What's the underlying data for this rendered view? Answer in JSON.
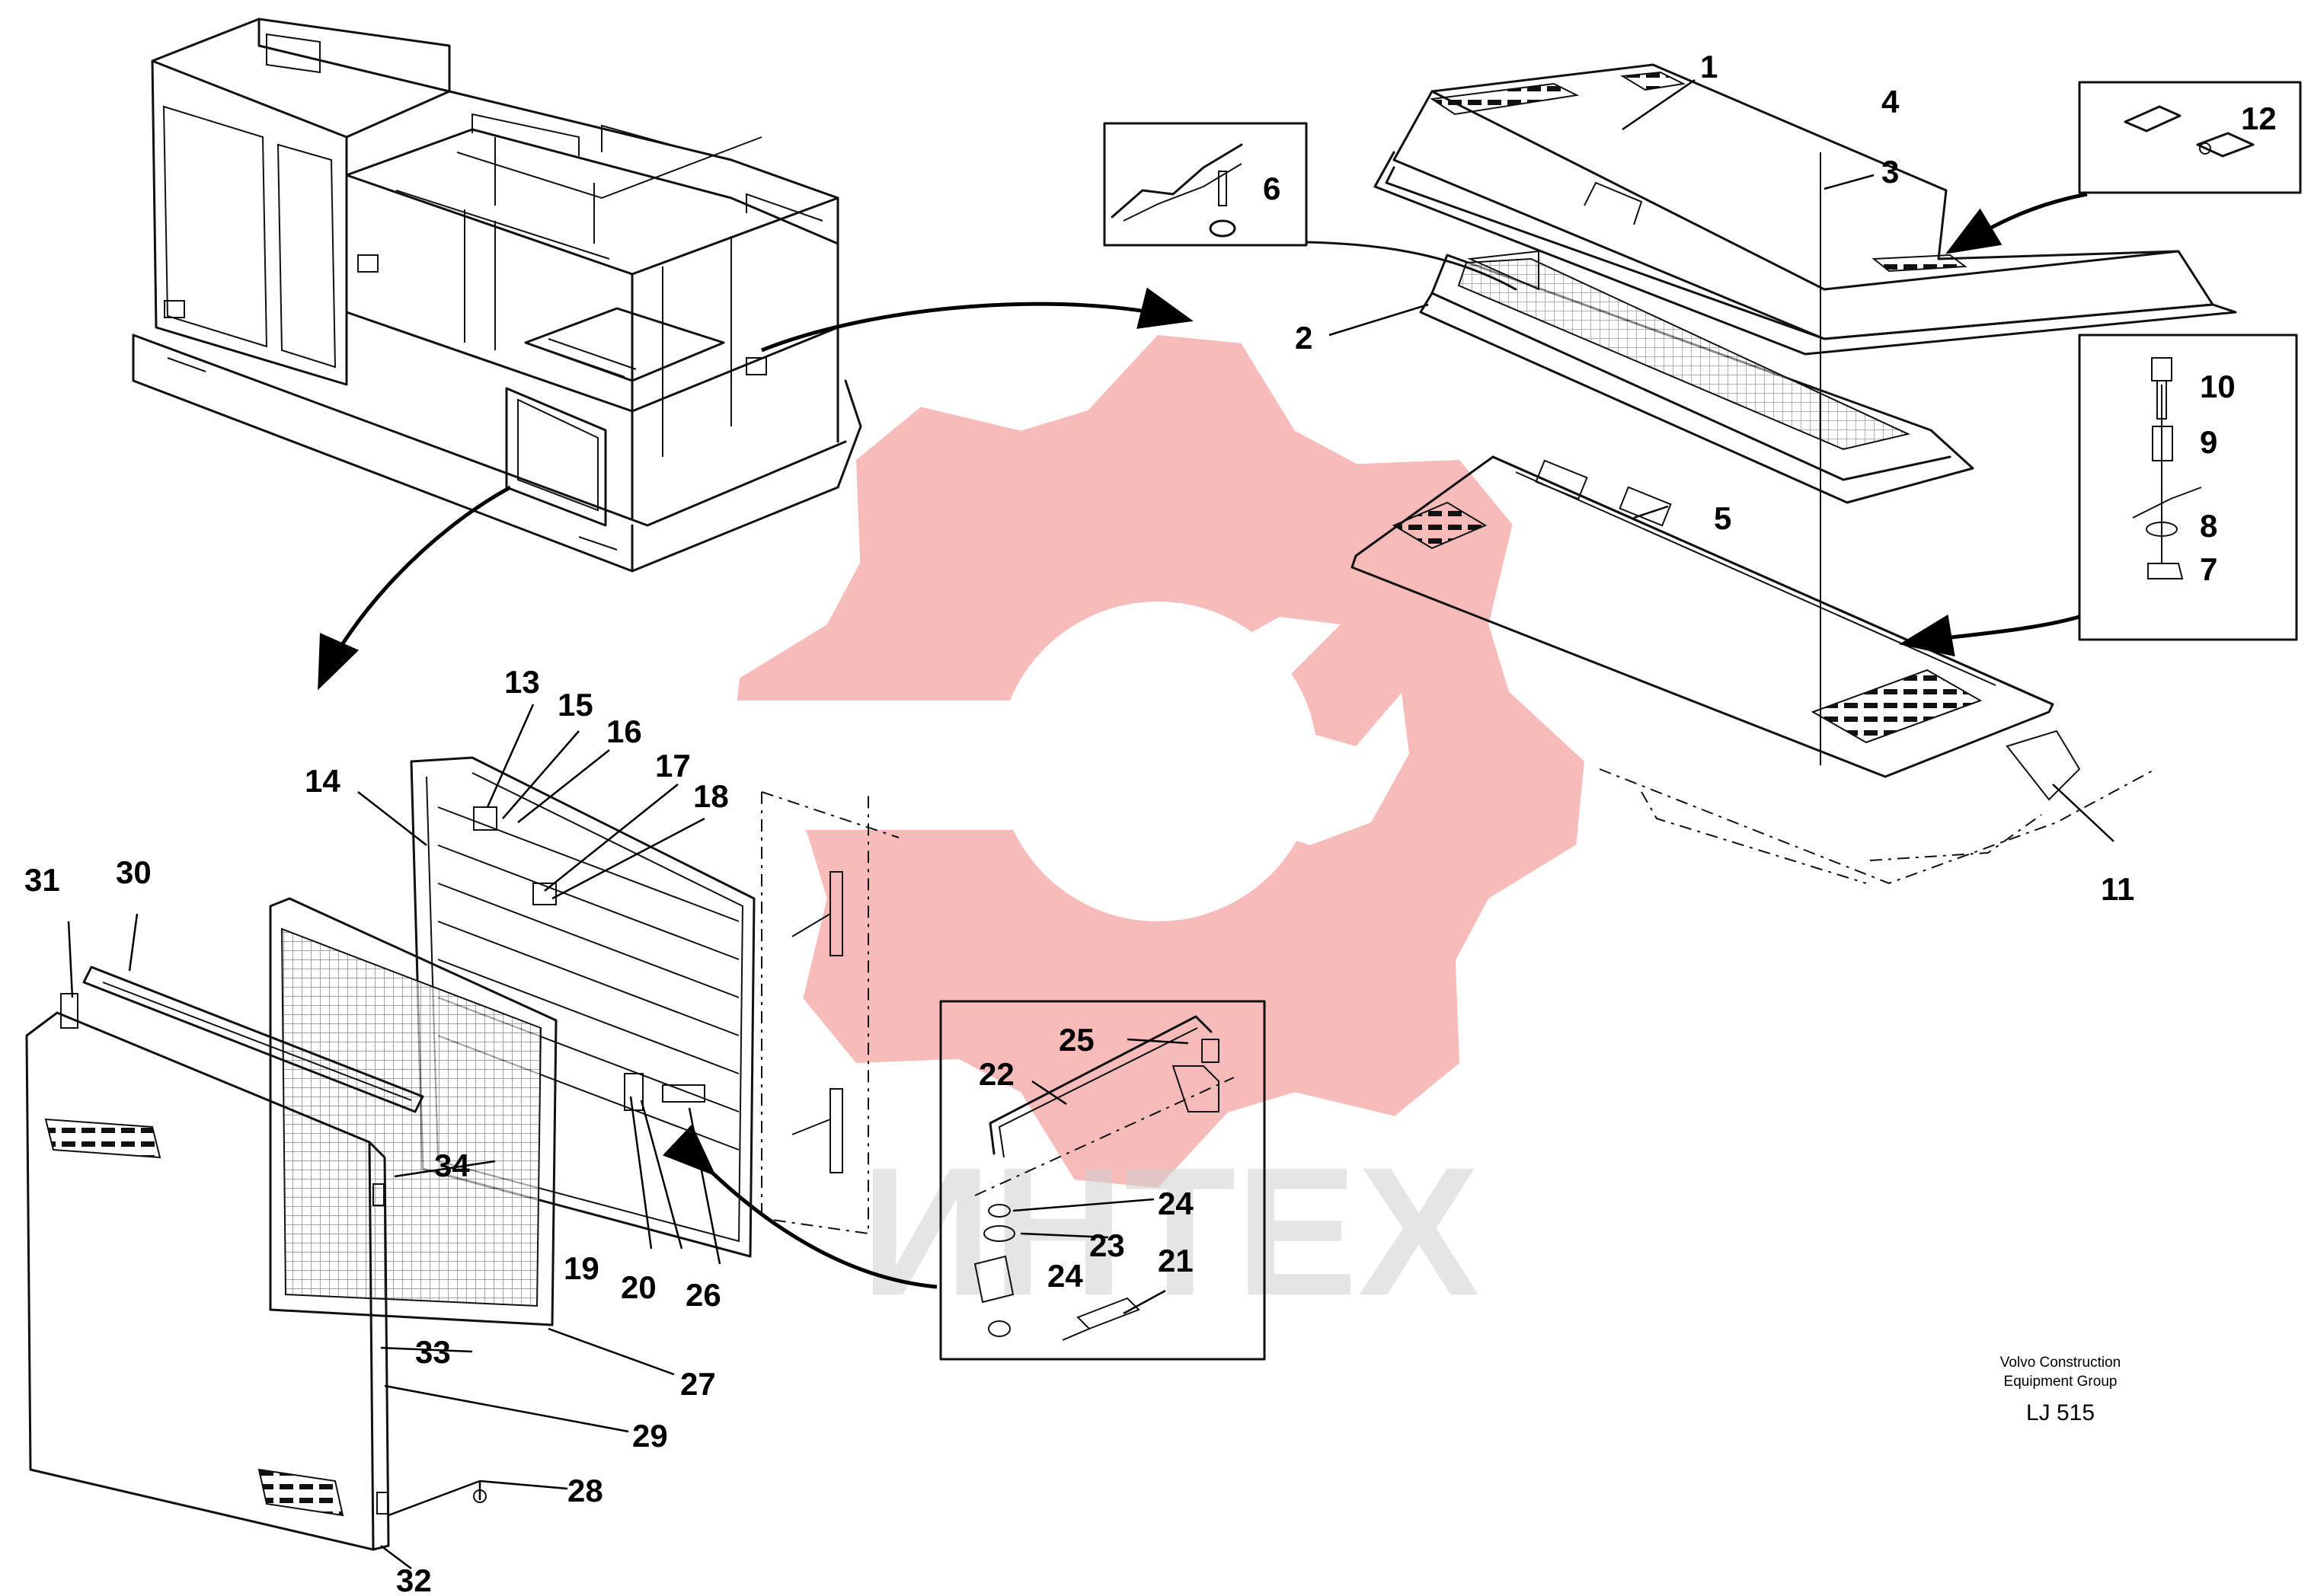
{
  "callouts": [
    {
      "id": "1",
      "label": "1"
    },
    {
      "id": "2",
      "label": "2"
    },
    {
      "id": "3",
      "label": "3"
    },
    {
      "id": "4",
      "label": "4"
    },
    {
      "id": "5",
      "label": "5"
    },
    {
      "id": "6",
      "label": "6"
    },
    {
      "id": "7",
      "label": "7"
    },
    {
      "id": "8",
      "label": "8"
    },
    {
      "id": "9",
      "label": "9"
    },
    {
      "id": "10",
      "label": "10"
    },
    {
      "id": "11",
      "label": "11"
    },
    {
      "id": "12",
      "label": "12"
    },
    {
      "id": "13",
      "label": "13"
    },
    {
      "id": "14",
      "label": "14"
    },
    {
      "id": "15",
      "label": "15"
    },
    {
      "id": "16",
      "label": "16"
    },
    {
      "id": "17",
      "label": "17"
    },
    {
      "id": "18",
      "label": "18"
    },
    {
      "id": "19",
      "label": "19"
    },
    {
      "id": "20",
      "label": "20"
    },
    {
      "id": "21",
      "label": "21"
    },
    {
      "id": "22",
      "label": "22"
    },
    {
      "id": "23",
      "label": "23"
    },
    {
      "id": "24a",
      "label": "24"
    },
    {
      "id": "24b",
      "label": "24"
    },
    {
      "id": "25",
      "label": "25"
    },
    {
      "id": "26",
      "label": "26"
    },
    {
      "id": "27",
      "label": "27"
    },
    {
      "id": "28",
      "label": "28"
    },
    {
      "id": "29",
      "label": "29"
    },
    {
      "id": "30",
      "label": "30"
    },
    {
      "id": "31",
      "label": "31"
    },
    {
      "id": "32",
      "label": "32"
    },
    {
      "id": "33",
      "label": "33"
    },
    {
      "id": "34",
      "label": "34"
    }
  ],
  "caption": {
    "line1": "Volvo Construction",
    "line2": "Equipment Group",
    "code": "LJ 515"
  },
  "watermark": {
    "text": "ИНТЕХ",
    "color": "#e8201f"
  }
}
